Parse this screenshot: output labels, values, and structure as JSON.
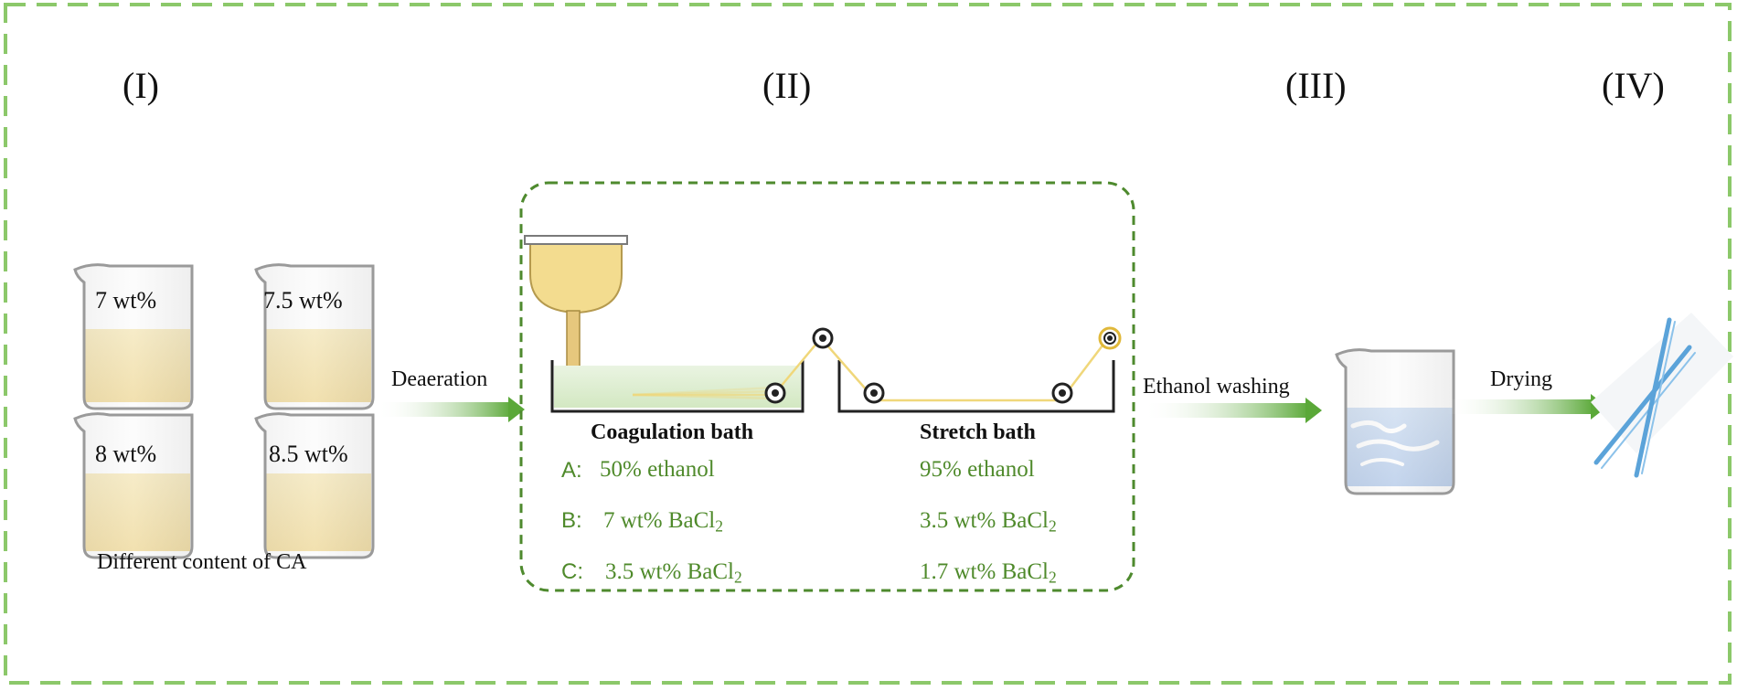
{
  "stages": [
    "(I)",
    "(II)",
    "(III)",
    "(IV)"
  ],
  "beakers": [
    "7 wt%",
    "7.5 wt%",
    "8 wt%",
    "8.5 wt%"
  ],
  "caption_beakers": "Different content of CA",
  "arrows": {
    "deaeration": "Deaeration",
    "ethanol_washing": "Ethanol washing",
    "drying": "Drying"
  },
  "baths": {
    "coagulation": "Coagulation bath",
    "stretch": "Stretch bath"
  },
  "conditions": [
    {
      "key": "A:",
      "coag": "50% ethanol",
      "stretch": "95% ethanol"
    },
    {
      "key": "B:",
      "coag_main": "7 wt% BaCl",
      "coag_sub": "2",
      "stretch_main": "3.5 wt% BaCl",
      "stretch_sub": "2"
    },
    {
      "key": "C:",
      "coag_main": "3.5 wt% BaCl",
      "coag_sub": "2",
      "stretch_main": "1.7 wt% BaCl",
      "stretch_sub": "2"
    }
  ],
  "colors": {
    "frame_green": "#8cc86a",
    "box_green": "#4e8a2e",
    "arrow_green": "#5aa838",
    "solution_yellow": "#f2dc96",
    "fiber_blue": "#5ba3d9"
  }
}
